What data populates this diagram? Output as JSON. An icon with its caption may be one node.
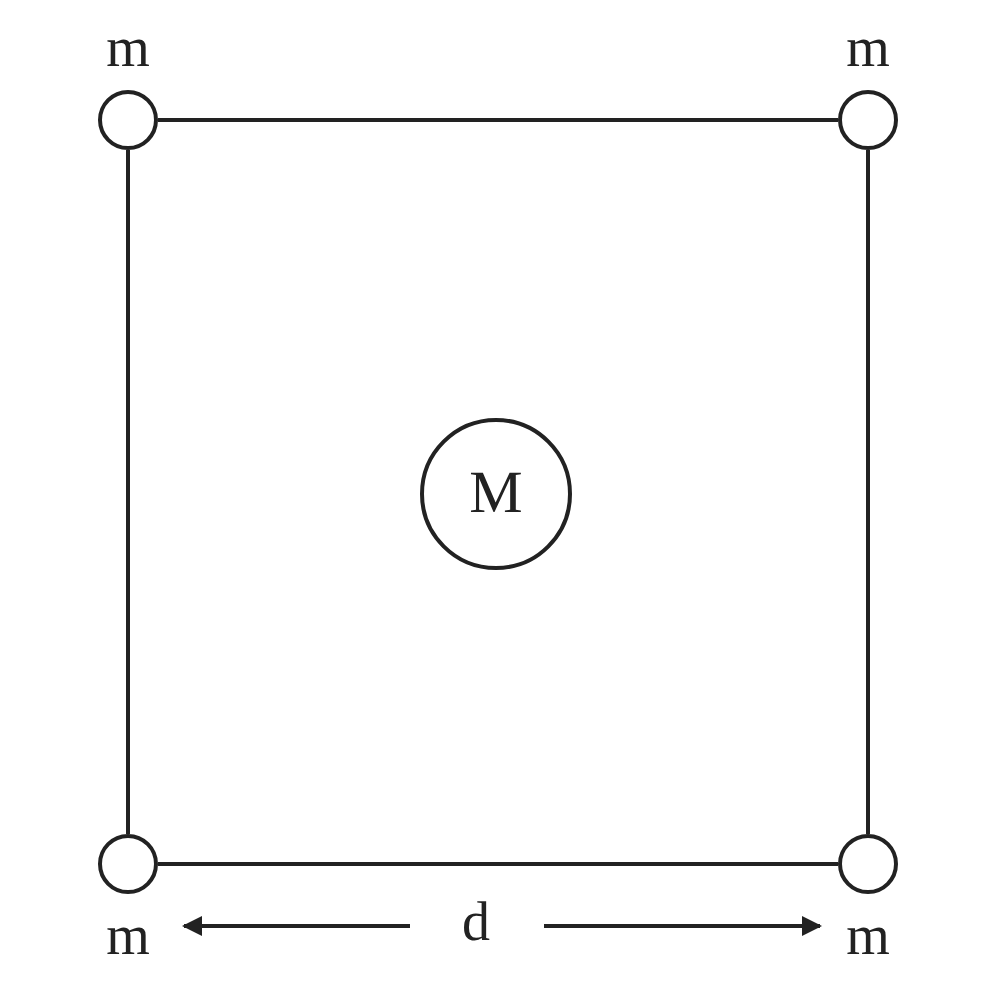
{
  "diagram": {
    "nodes": [
      {
        "text": [],
        "shape": "circle",
        "beside": [
          "m"
        ]
      },
      {
        "text": [],
        "shape": "circle",
        "beside": [
          "m"
        ]
      },
      {
        "text": [],
        "shape": "circle",
        "beside": [
          "m"
        ]
      },
      {
        "text": [],
        "shape": "circle",
        "beside": [
          "m"
        ]
      },
      {
        "text": [
          "M"
        ]
      }
    ],
    "edges": [
      {
        "from": 0,
        "to": 1,
        "arrow": "none"
      },
      {
        "from": 0,
        "to": 2,
        "arrow": "none"
      },
      {
        "from": 1,
        "to": 3,
        "arrow": "none"
      },
      {
        "from": 2,
        "to": 3,
        "arrow": "none"
      }
    ],
    "labels": [
      "d"
    ]
  }
}
